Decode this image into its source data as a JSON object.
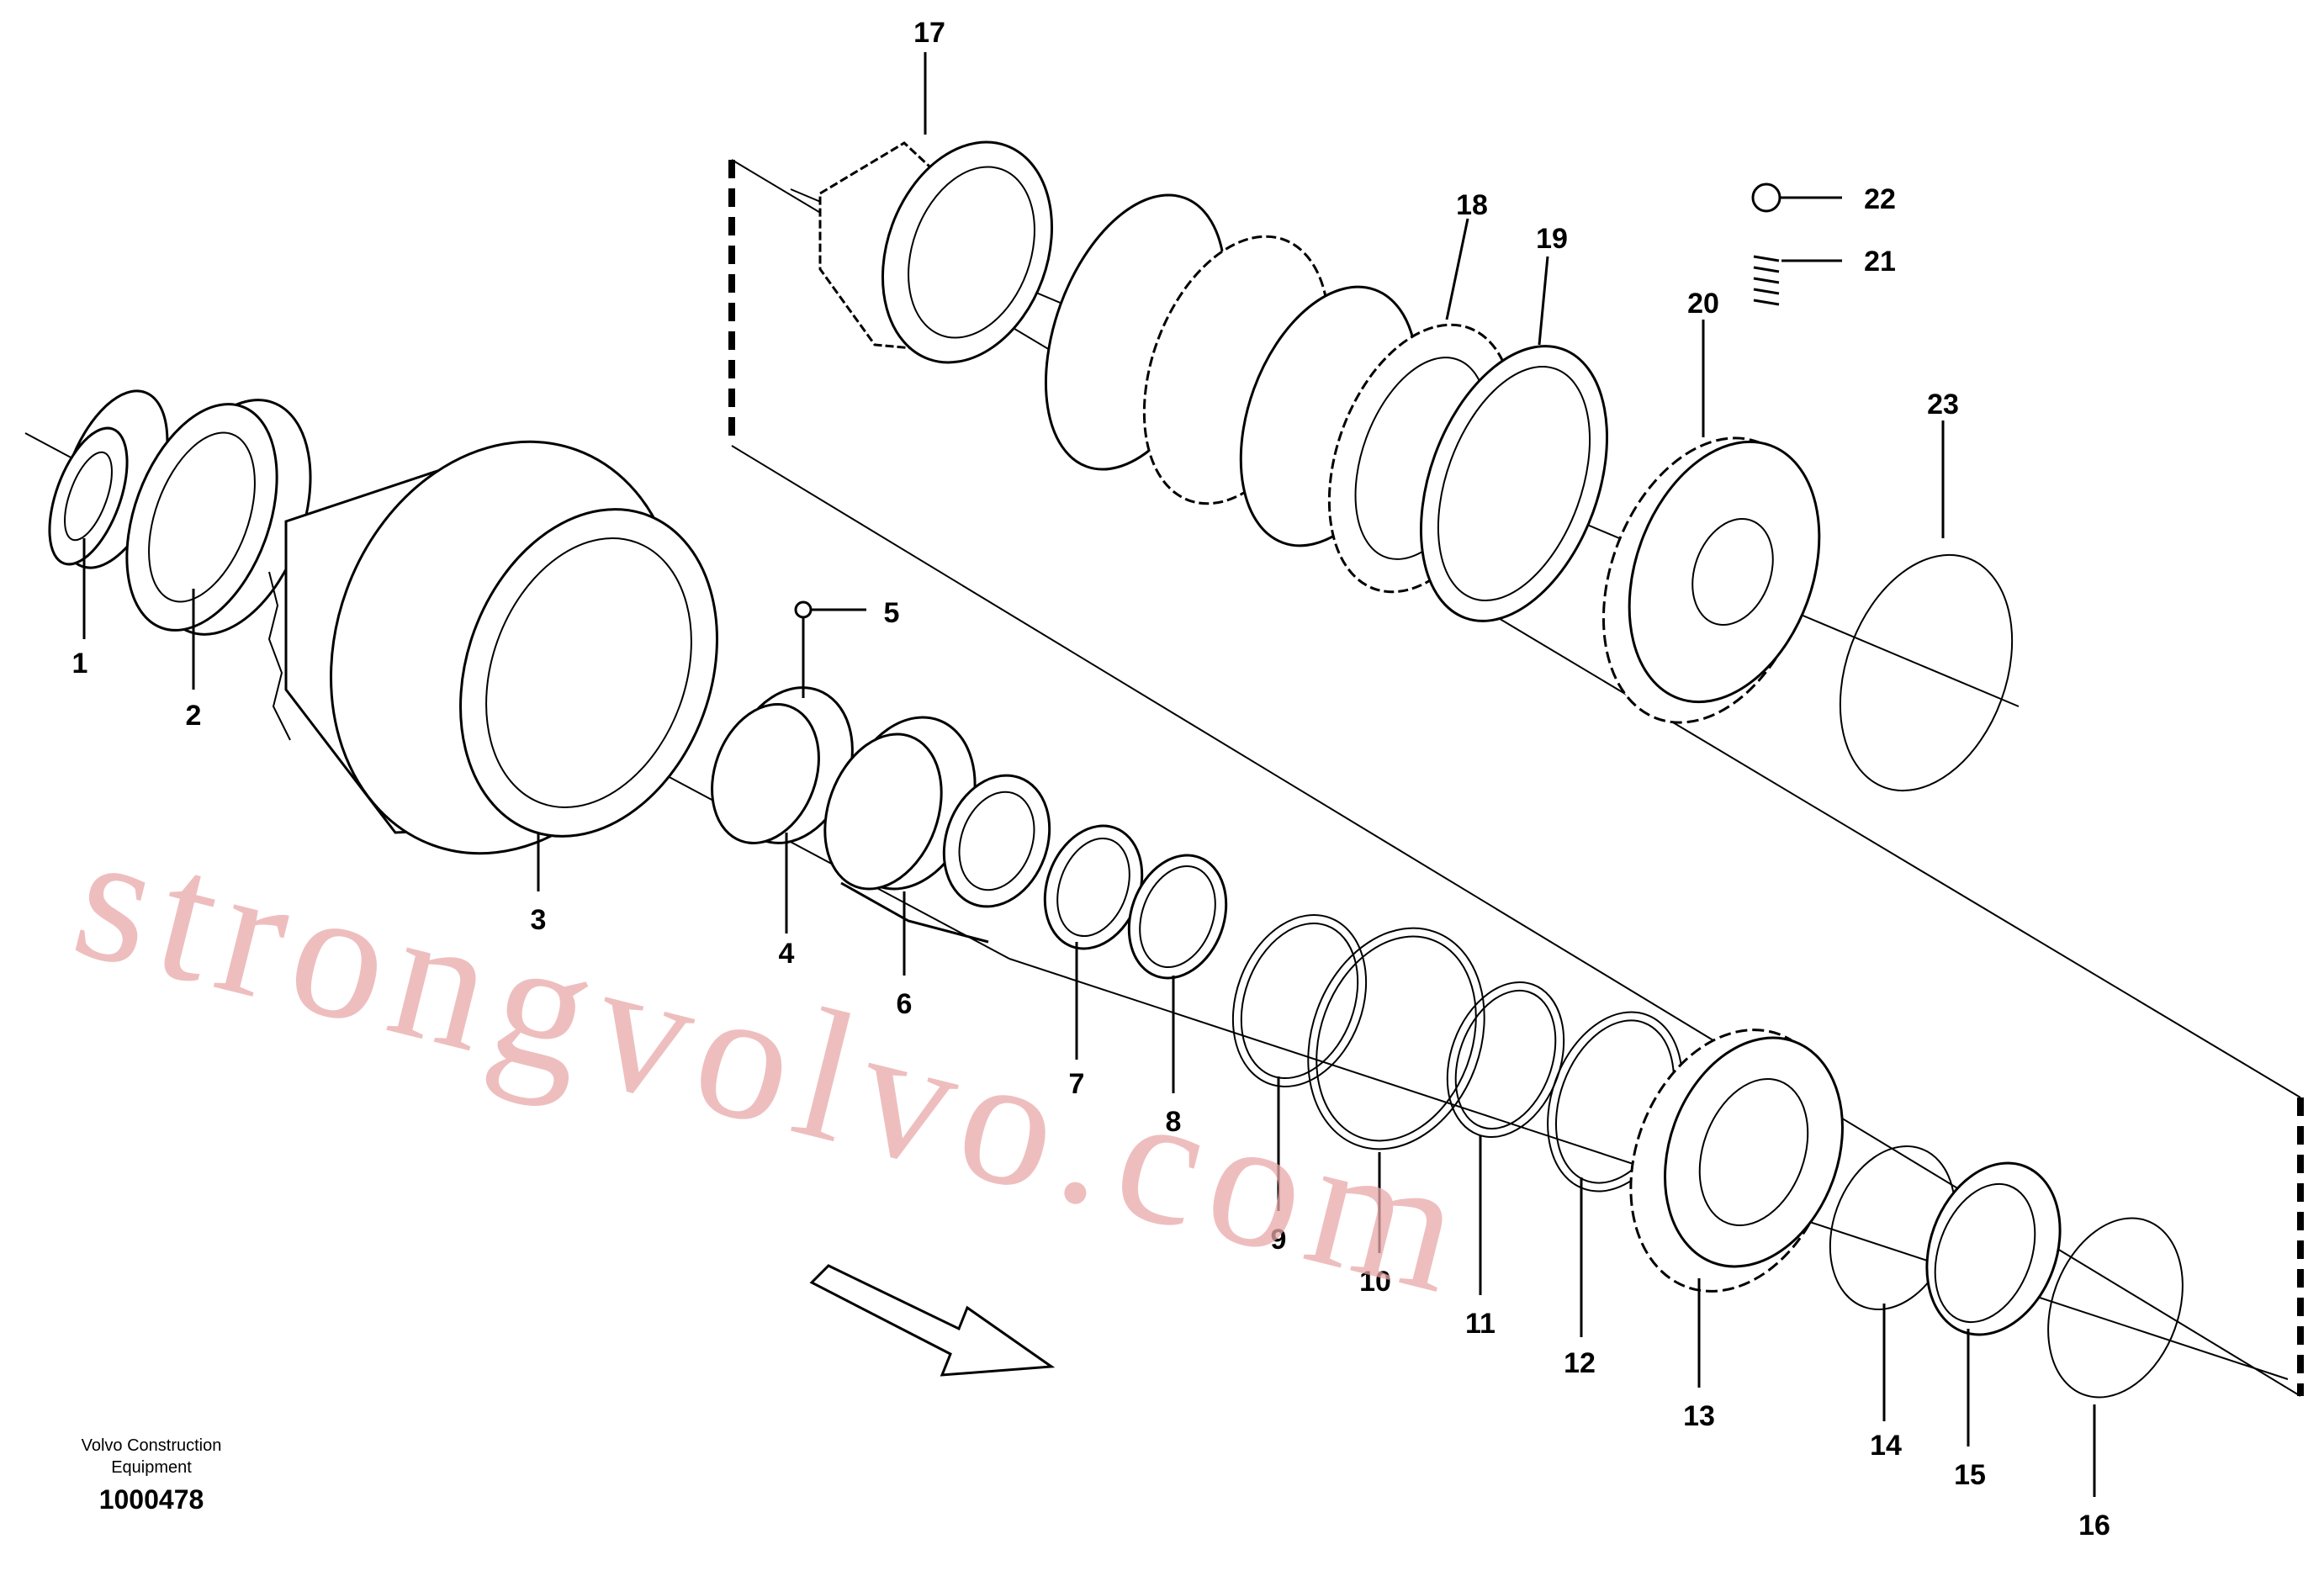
{
  "footer": {
    "brand_line1": "Volvo Construction",
    "brand_line2": "Equipment",
    "drawing_number": "1000478"
  },
  "watermark": "strongvolvo.com",
  "callouts": [
    "1",
    "2",
    "3",
    "4",
    "5",
    "6",
    "7",
    "8",
    "9",
    "10",
    "11",
    "12",
    "13",
    "14",
    "15",
    "16",
    "17",
    "18",
    "19",
    "20",
    "21",
    "22",
    "23"
  ],
  "colors": {
    "line": "#000000",
    "watermark": "#e8a8a8",
    "background": "#ffffff"
  }
}
